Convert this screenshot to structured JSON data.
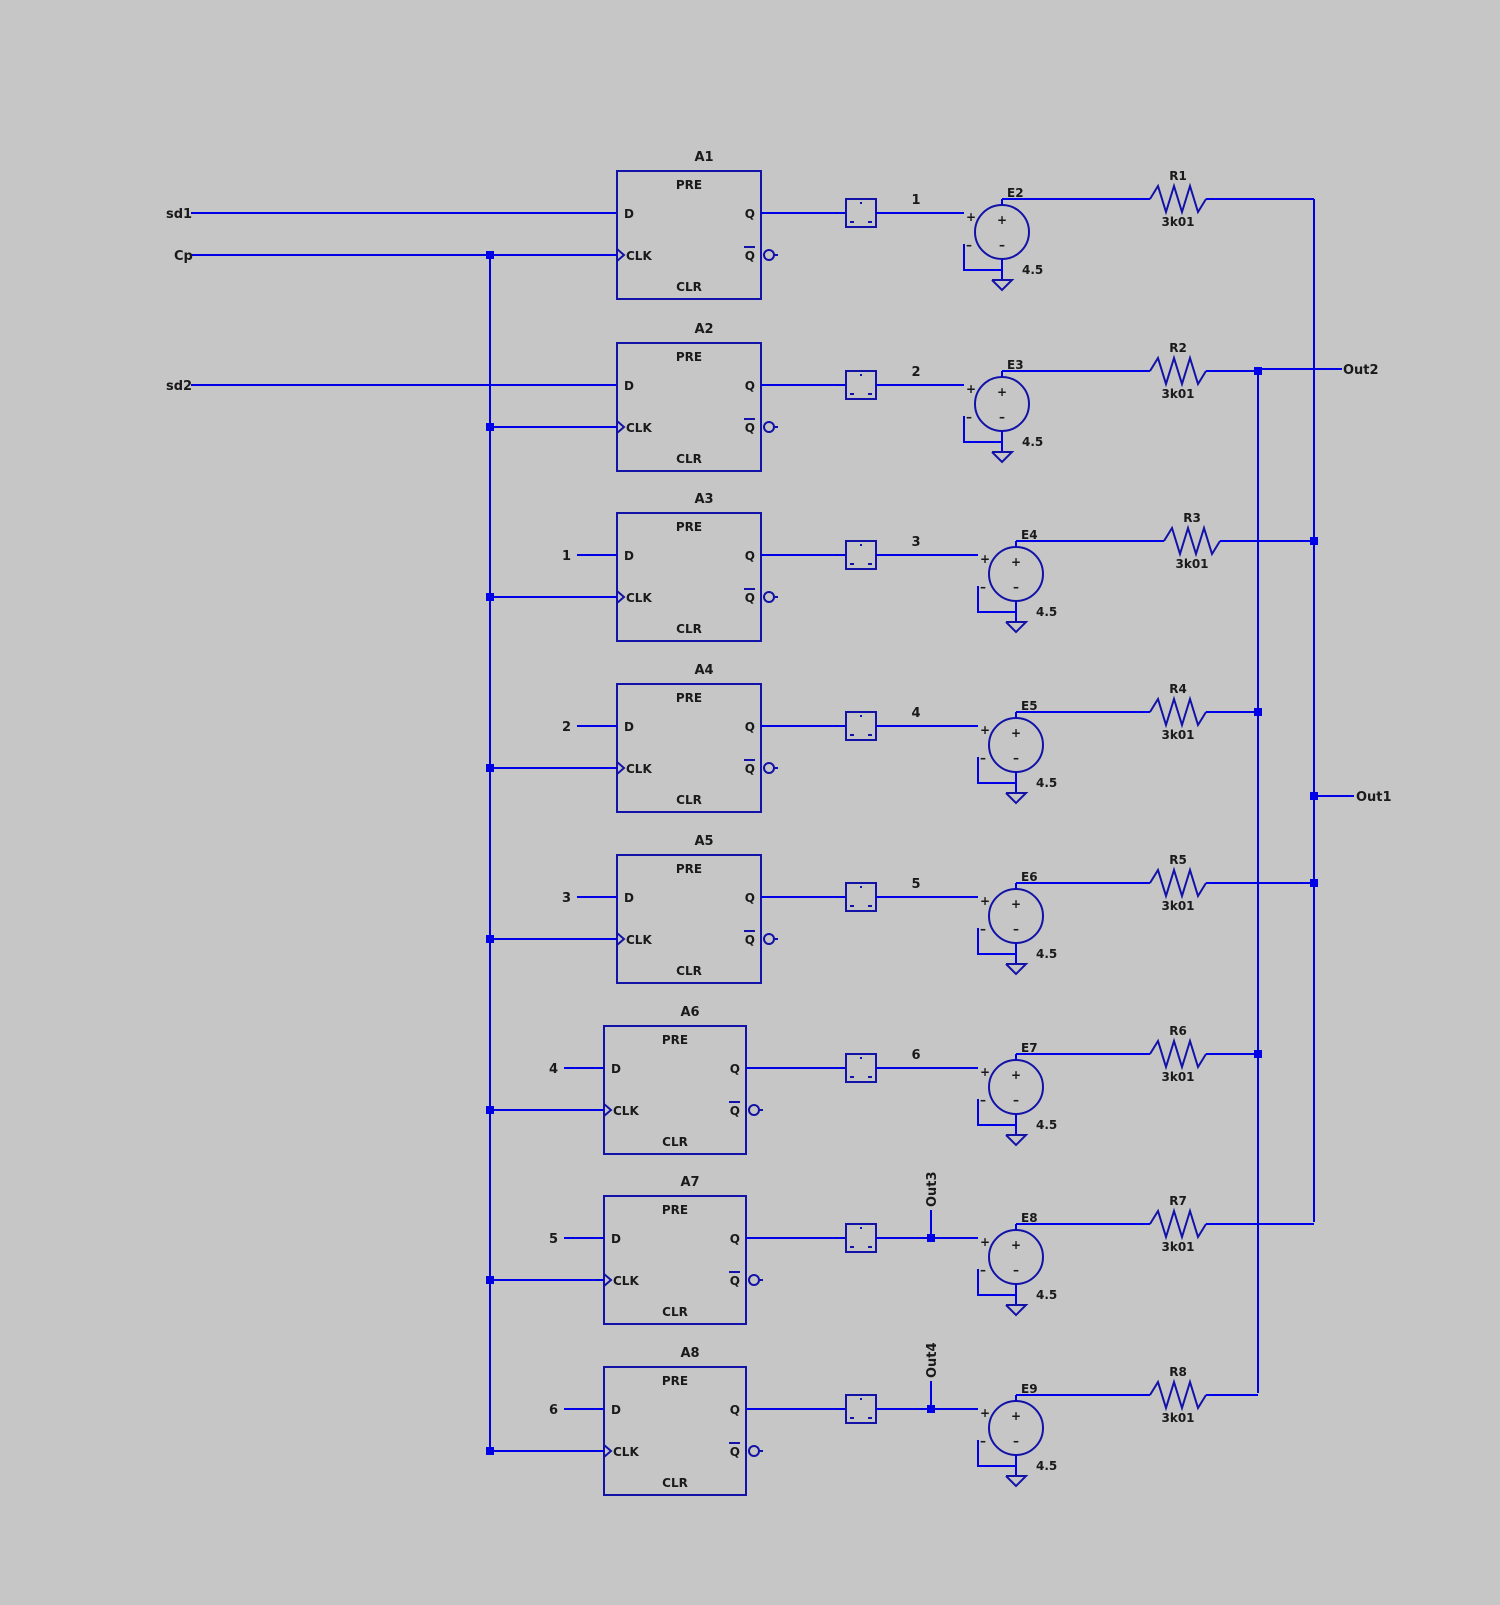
{
  "ports": {
    "sd1": "sd1",
    "cp": "Cp",
    "sd2": "sd2",
    "out1": "Out1",
    "out2": "Out2",
    "out3": "Out3",
    "out4": "Out4"
  },
  "flipflops": [
    {
      "ref": "A1",
      "d_net": "sd1",
      "out_net": "1"
    },
    {
      "ref": "A2",
      "d_net": "sd2",
      "out_net": "2"
    },
    {
      "ref": "A3",
      "d_net": "1",
      "out_net": "3"
    },
    {
      "ref": "A4",
      "d_net": "2",
      "out_net": "4"
    },
    {
      "ref": "A5",
      "d_net": "3",
      "out_net": "5"
    },
    {
      "ref": "A6",
      "d_net": "4",
      "out_net": "6"
    },
    {
      "ref": "A7",
      "d_net": "5",
      "out_net": "Out3"
    },
    {
      "ref": "A8",
      "d_net": "6",
      "out_net": "Out4"
    }
  ],
  "pins": {
    "pre": "PRE",
    "d": "D",
    "q": "Q",
    "clk": "CLK",
    "qbar": "Q",
    "clr": "CLR"
  },
  "sources": [
    {
      "ref": "E2",
      "value": "4.5"
    },
    {
      "ref": "E3",
      "value": "4.5"
    },
    {
      "ref": "E4",
      "value": "4.5"
    },
    {
      "ref": "E5",
      "value": "4.5"
    },
    {
      "ref": "E6",
      "value": "4.5"
    },
    {
      "ref": "E7",
      "value": "4.5"
    },
    {
      "ref": "E8",
      "value": "4.5"
    },
    {
      "ref": "E9",
      "value": "4.5"
    }
  ],
  "resistors": [
    {
      "ref": "R1",
      "value": "3k01"
    },
    {
      "ref": "R2",
      "value": "3k01"
    },
    {
      "ref": "R3",
      "value": "3k01"
    },
    {
      "ref": "R4",
      "value": "3k01"
    },
    {
      "ref": "R5",
      "value": "3k01"
    },
    {
      "ref": "R6",
      "value": "3k01"
    },
    {
      "ref": "R7",
      "value": "3k01"
    },
    {
      "ref": "R8",
      "value": "3k01"
    }
  ],
  "colors": {
    "wire": "#0000e6",
    "component": "#1212a8",
    "background": "#c6c6c6",
    "text": "#1a1a1a"
  }
}
